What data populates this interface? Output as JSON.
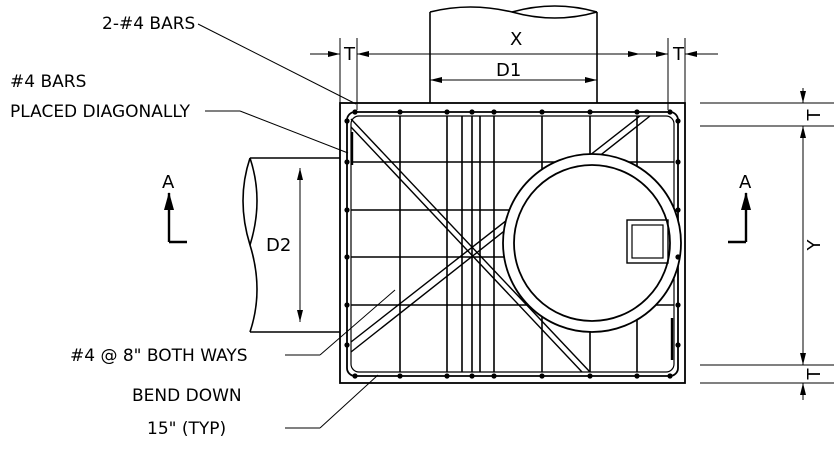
{
  "labels": {
    "top_bars": "2-#4 BARS",
    "diag_bars_line1": "#4 BARS",
    "diag_bars_line2": "PLACED DIAGONALLY",
    "mesh": "#4 @ 8\" BOTH WAYS",
    "bend_line1": "BEND DOWN",
    "bend_line2": "15\" (TYP)"
  },
  "dimensions": {
    "x": "X",
    "d1": "D1",
    "d2": "D2",
    "y": "Y",
    "t": "T"
  },
  "sections": {
    "left": "A",
    "right": "A"
  }
}
